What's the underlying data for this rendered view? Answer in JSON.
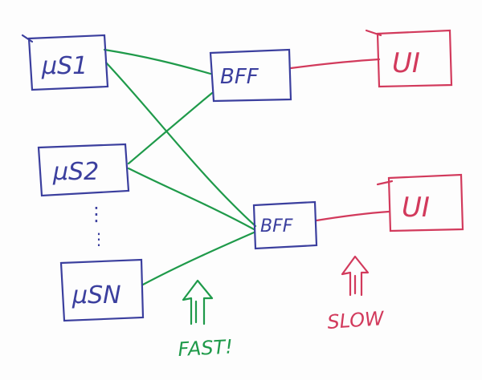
{
  "colors": {
    "blue": "#3b3f9e",
    "green": "#1f9a4a",
    "red": "#d23a5c"
  },
  "diagram": {
    "microservices": [
      {
        "label": "μS1"
      },
      {
        "label": "μS2"
      },
      {
        "label": "μSN"
      }
    ],
    "bffs": [
      {
        "label": "BFF"
      },
      {
        "label": "BFF"
      }
    ],
    "uis": [
      {
        "label": "UI"
      },
      {
        "label": "UI"
      }
    ],
    "annotations": {
      "fast": "FAST!",
      "slow": "SLOW"
    },
    "ellipsis": ":"
  }
}
